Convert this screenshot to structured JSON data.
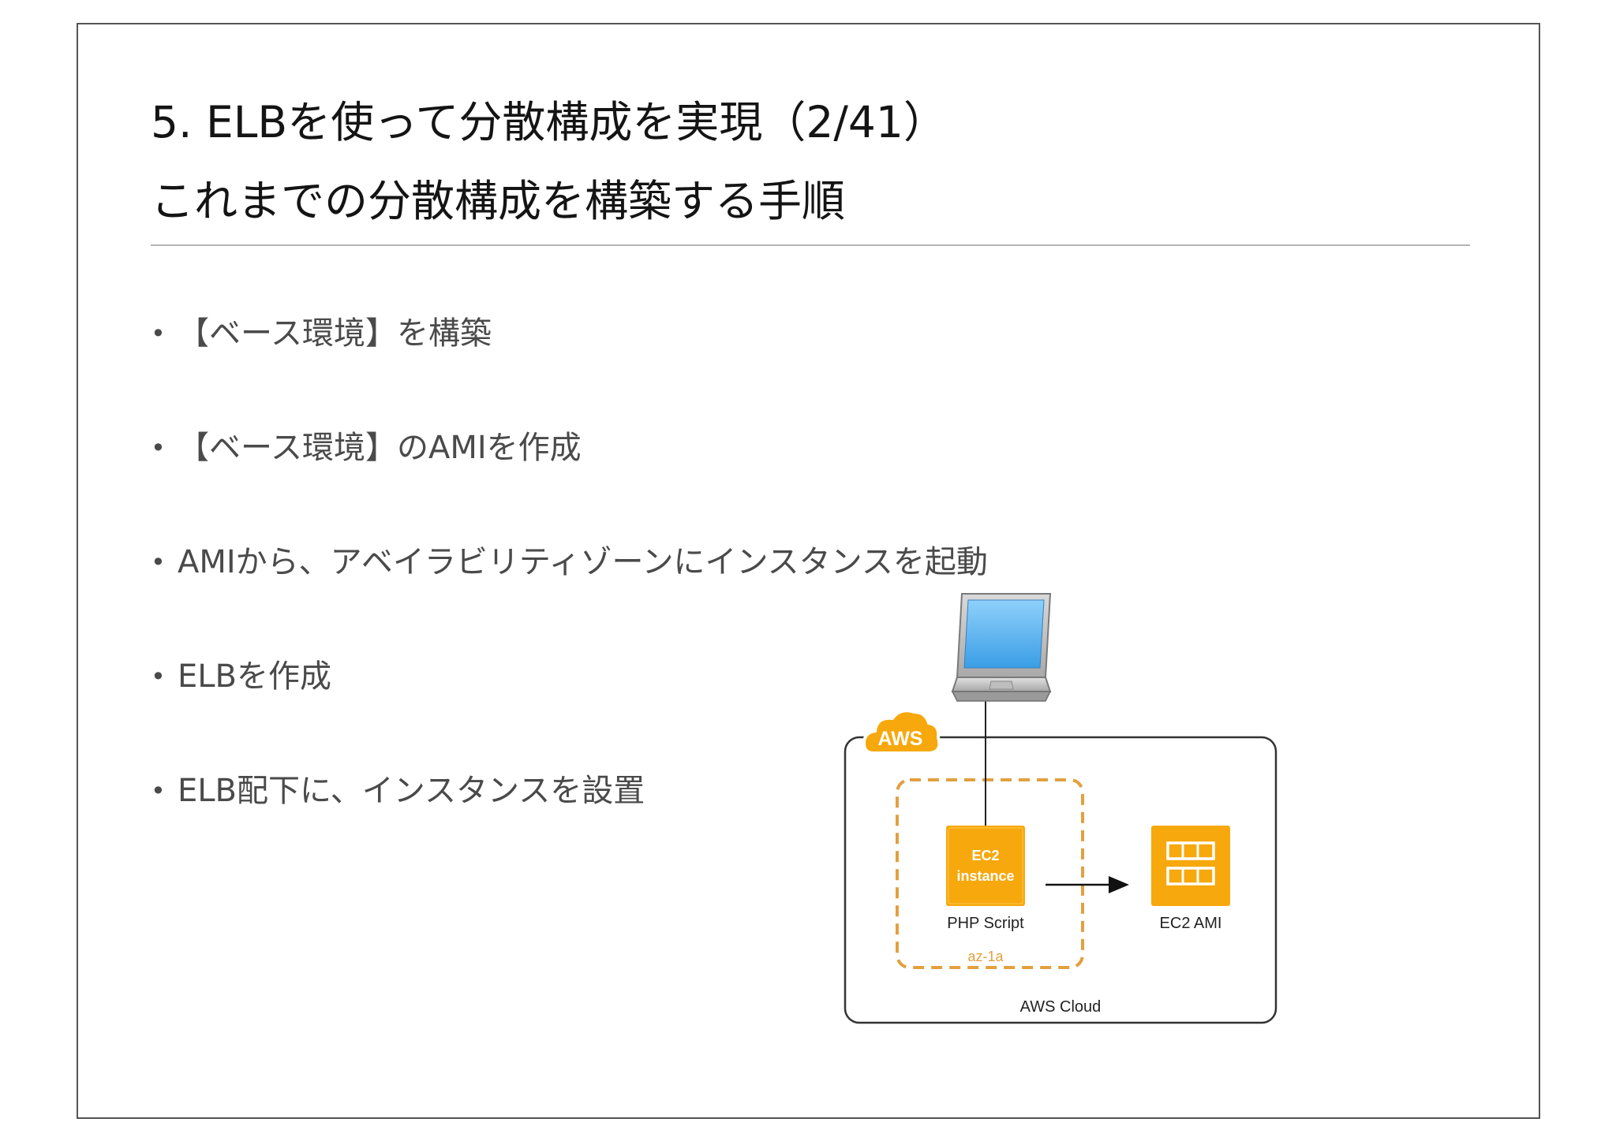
{
  "slide": {
    "title_line1": "5. ELBを使って分散構成を実現（2/41）",
    "title_line2": "これまでの分散構成を構築する手順",
    "bullet_marker": "•",
    "bullets": [
      "【ベース環境】を構築",
      "【ベース環境】のAMIを作成",
      "AMIから、アベイラビリティゾーンにインスタンスを起動",
      "ELBを作成",
      "ELB配下に、インスタンスを設置"
    ]
  },
  "diagram": {
    "aws_badge": "AWS",
    "ec2_icon_line1": "EC2",
    "ec2_icon_line2": "instance",
    "ec2_caption": "PHP Script",
    "az_label": "az-1a",
    "ami_caption": "EC2 AMI",
    "cloud_label": "AWS Cloud",
    "colors": {
      "aws_orange": "#F7A80D",
      "az_border": "#E2A03F",
      "cloud_border": "#333333",
      "screen_blue": "#5CB8F2",
      "laptop_gray": "#B9B9B9"
    },
    "icons": [
      "laptop-icon",
      "aws-cloud-badge-icon",
      "ec2-instance-icon",
      "ec2-ami-icon",
      "arrow-right-icon"
    ]
  }
}
